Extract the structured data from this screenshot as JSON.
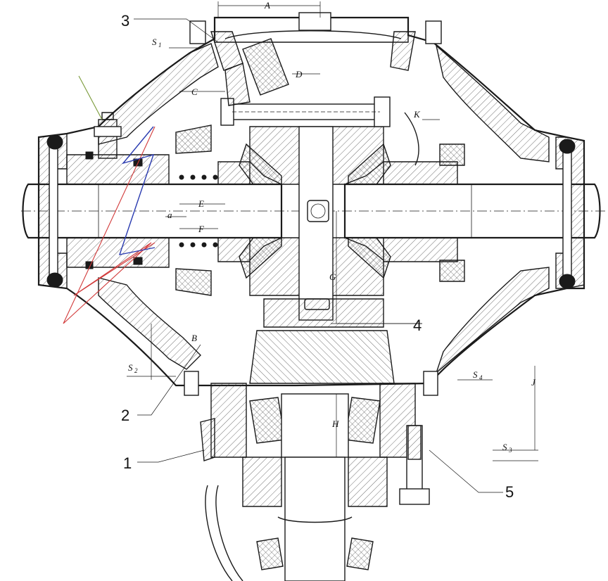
{
  "callouts": [
    "3",
    "4",
    "2",
    "1",
    "5"
  ],
  "dimensions": {
    "A": "A",
    "B": "B",
    "C": "C",
    "D": "D",
    "E": "E",
    "F": "F",
    "G": "G",
    "H": "H",
    "J": "J",
    "K": "K",
    "a": "a",
    "S": "S",
    "s1": "1",
    "s2": "2",
    "s3": "3",
    "s4": "4"
  },
  "colors": {
    "line": "#1a1a1a",
    "annotation_red": "#d23a3a",
    "annotation_blue": "#2a3bb0",
    "annotation_green": "#7a9a3a"
  }
}
